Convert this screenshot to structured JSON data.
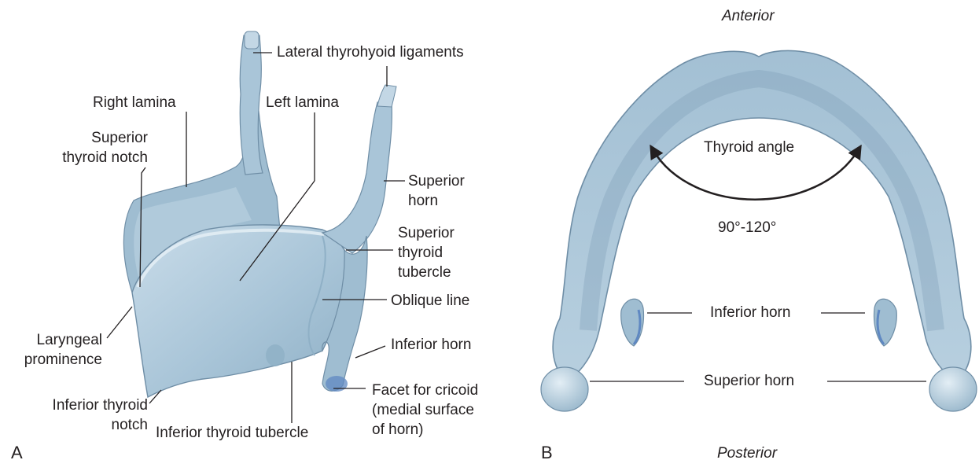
{
  "panel_a": {
    "panel_letter": "A",
    "labels": {
      "lateral_thyrohyoid_ligaments": "Lateral thyrohyoid ligaments",
      "right_lamina": "Right lamina",
      "left_lamina": "Left lamina",
      "superior_thyroid_notch": "Superior\nthyroid notch",
      "superior_horn": "Superior\nhorn",
      "superior_thyroid_tubercle": "Superior\nthyroid\ntubercle",
      "oblique_line": "Oblique line",
      "inferior_horn": "Inferior horn",
      "laryngeal_prominence": "Laryngeal\nprominence",
      "facet_for_cricoid": "Facet for cricoid\n(medial surface\nof horn)",
      "inferior_thyroid_notch": "Inferior thyroid\nnotch",
      "inferior_thyroid_tubercle": "Inferior thyroid tubercle"
    }
  },
  "panel_b": {
    "panel_letter": "B",
    "labels": {
      "anterior": "Anterior",
      "posterior": "Posterior",
      "thyroid_angle": "Thyroid angle",
      "angle_range": "90°-120°",
      "inferior_horn": "Inferior horn",
      "superior_horn": "Superior horn"
    }
  },
  "colors": {
    "cartilage_fill": "#a9c5d8",
    "cartilage_shadow": "#7f9fb6",
    "cartilage_highlight": "#d6e6f0",
    "outline": "#6f8ea6",
    "facet": "#5f88c2",
    "leader_line": "#231f20",
    "text": "#231f20"
  }
}
